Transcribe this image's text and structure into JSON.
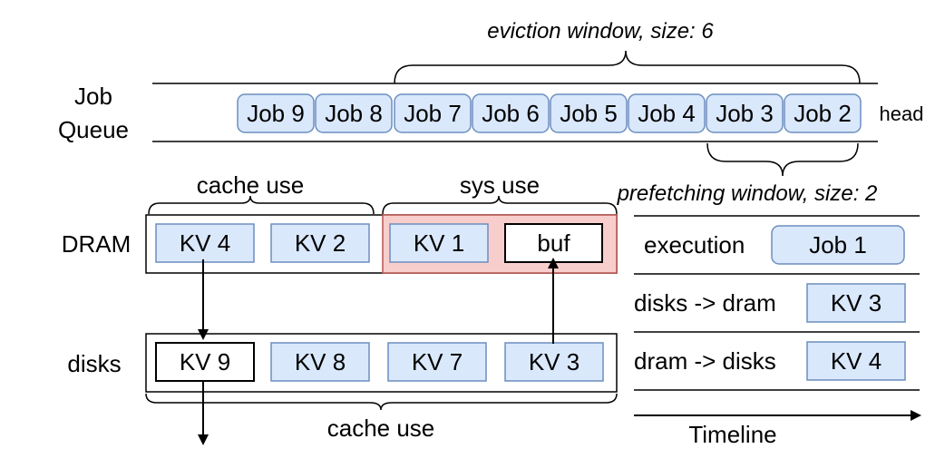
{
  "eviction_label": "eviction window, size: 6",
  "prefetch_label": "prefetching window, size: 2",
  "queue_label_line1": "Job",
  "queue_label_line2": "Queue",
  "head_label": "head",
  "jobs": [
    "Job 9",
    "Job 8",
    "Job 7",
    "Job 6",
    "Job 5",
    "Job 4",
    "Job 3",
    "Job 2"
  ],
  "dram_label": "DRAM",
  "disks_label": "disks",
  "cache_use_top": "cache use",
  "sys_use": "sys use",
  "cache_use_bottom": "cache use",
  "dram_cache": [
    "KV 4",
    "KV 2"
  ],
  "dram_sys": [
    "KV 1",
    "buf"
  ],
  "disks_items": [
    "KV 9",
    "KV 8",
    "KV 7",
    "KV 3"
  ],
  "timeline": {
    "rows": [
      {
        "label": "execution",
        "value": "Job 1"
      },
      {
        "label": "disks -> dram",
        "value": "KV 3"
      },
      {
        "label": "dram -> disks",
        "value": "KV 4"
      }
    ],
    "axis_label": "Timeline"
  },
  "colors": {
    "box_fill": "#dae8fc",
    "box_stroke": "#6c8ebf",
    "sys_fill": "#f8cecc",
    "sys_stroke": "#b85450"
  }
}
